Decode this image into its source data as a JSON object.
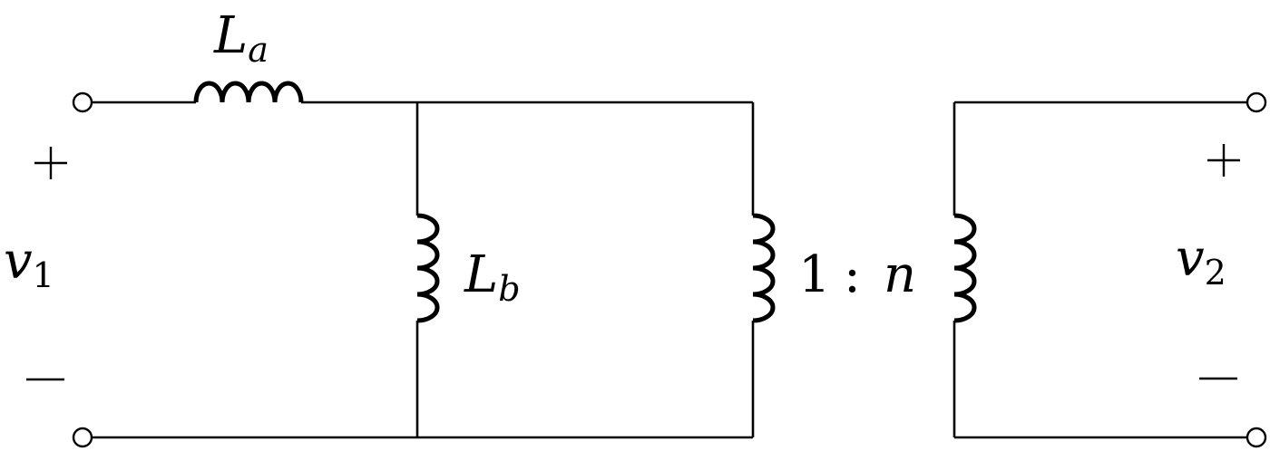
{
  "diagram": {
    "type": "circuit-schematic",
    "description": "T-equivalent inductor network with ideal transformer",
    "components": {
      "La": {
        "symbol": "L",
        "subscript": "a",
        "kind": "series-inductor"
      },
      "Lb": {
        "symbol": "L",
        "subscript": "b",
        "kind": "shunt-inductor"
      },
      "transformer": {
        "ratio_left": "1",
        "ratio_sep": ":",
        "ratio_right": "n",
        "kind": "ideal-transformer"
      }
    },
    "ports": {
      "input": {
        "symbol": "v",
        "subscript": "1",
        "plus": "+",
        "minus": "−"
      },
      "output": {
        "symbol": "v",
        "subscript": "2",
        "plus": "+",
        "minus": "−"
      }
    },
    "colors": {
      "stroke": "#000000",
      "background": "#ffffff"
    }
  }
}
